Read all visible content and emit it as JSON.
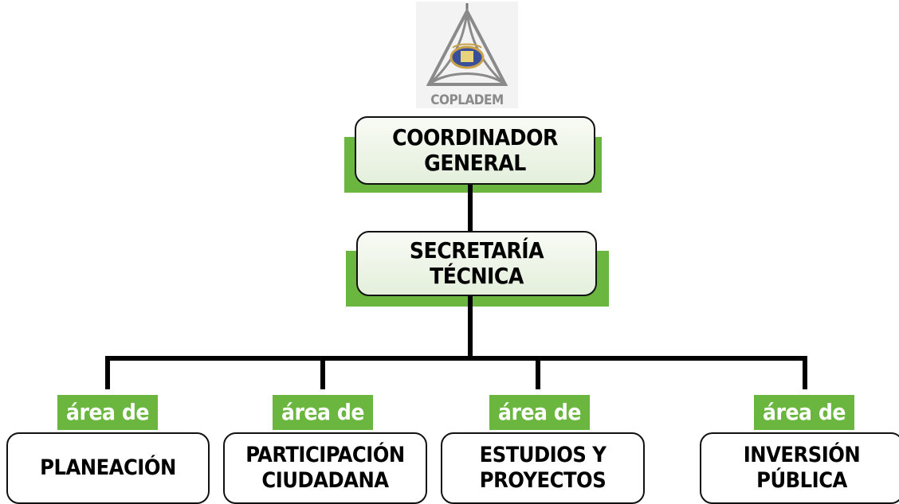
{
  "logo": {
    "text": "COPLADEM"
  },
  "colors": {
    "accent_green": "#6bb63f",
    "line": "#000000",
    "box_fill": "#e4efdb"
  },
  "coordinator": {
    "line1": "COORDINADOR",
    "line2": "GENERAL"
  },
  "secretary": {
    "line1": "SECRETARÍA",
    "line2": "TÉCNICA"
  },
  "areas": [
    {
      "tag": "área de",
      "line1": "PLANEACIÓN",
      "line2": ""
    },
    {
      "tag": "área de",
      "line1": "PARTICIPACIÓN",
      "line2": "CIUDADANA"
    },
    {
      "tag": "área de",
      "line1": "ESTUDIOS Y",
      "line2": "PROYECTOS"
    },
    {
      "tag": "área de",
      "line1": "INVERSIÓN",
      "line2": "PÚBLICA"
    }
  ]
}
